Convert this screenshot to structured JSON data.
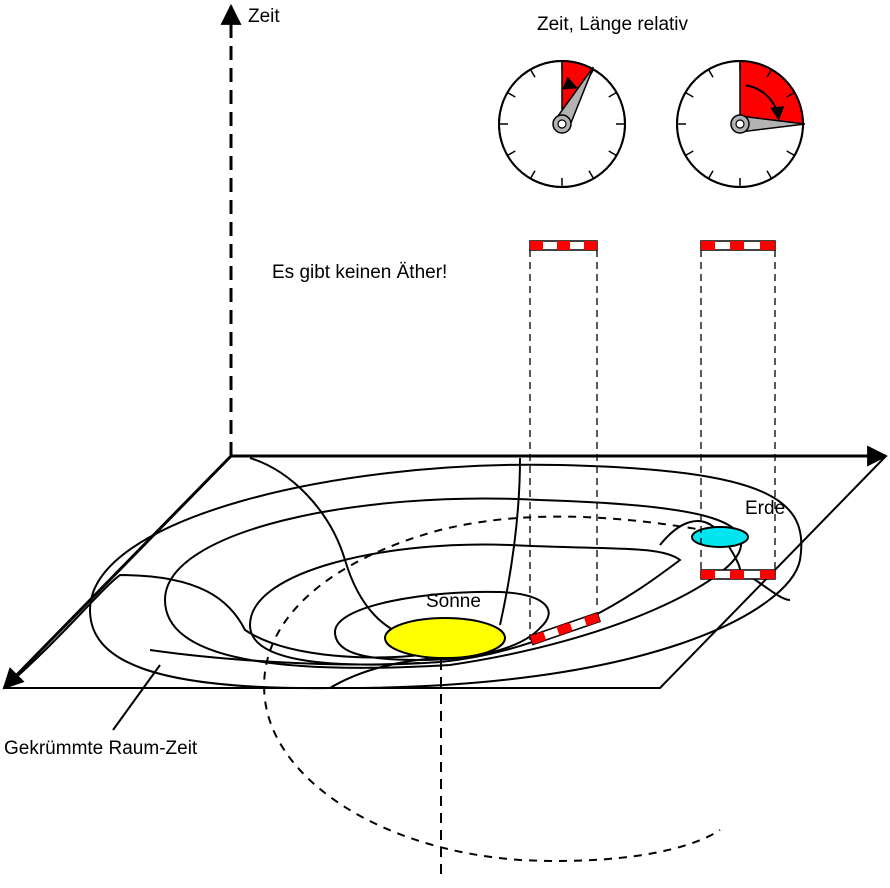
{
  "labels": {
    "time_axis": "Zeit",
    "relative": "Zeit, Länge relativ",
    "ether": "Es gibt keinen Äther!",
    "sun": "Sonne",
    "earth": "Erde",
    "spacetime": "Gekrümmte Raum-Zeit"
  },
  "colors": {
    "sun": "#ffff00",
    "earth": "#00e5f0",
    "clock_sector": "#ff0000",
    "hand": "#b3b3b3",
    "ruler_red": "#ff0000"
  },
  "clocks": [
    {
      "name": "clock-near-sun",
      "elapsed_fraction": 0.08
    },
    {
      "name": "clock-near-earth",
      "elapsed_fraction": 0.25
    }
  ]
}
